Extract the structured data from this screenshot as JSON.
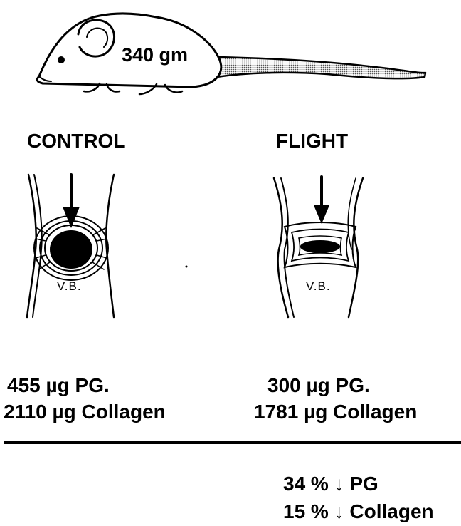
{
  "rat": {
    "weight_label": "340 gm"
  },
  "control": {
    "heading": "CONTROL",
    "vb_label": "V.B.",
    "pg_line": "455 µg PG.",
    "collagen_line": "2110 µg Collagen"
  },
  "flight": {
    "heading": "FLIGHT",
    "vb_label": "V.B.",
    "pg_line": "300 µg PG.",
    "collagen_line": "1781 µg Collagen"
  },
  "summary": {
    "pg_change": "34 % ↓ PG",
    "collagen_change": "15 % ↓ Collagen"
  }
}
